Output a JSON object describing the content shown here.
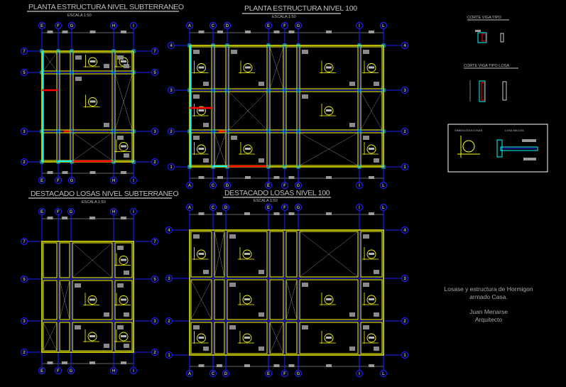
{
  "plans": [
    {
      "title": "PLANTA ESTRUCTURA NIVEL SUBTERRANEO",
      "scale": "ESCALA 1:50",
      "cols": [
        "E",
        "F",
        "G",
        "H",
        "I"
      ],
      "rows": [
        "7",
        "5",
        "3",
        "2"
      ]
    },
    {
      "title": "PLANTA ESTRUCTURA NIVEL 100",
      "scale": "ESCALA 1:50",
      "cols": [
        "A",
        "C",
        "D",
        "E",
        "F",
        "G",
        "I",
        "L"
      ],
      "rows": [
        "4",
        "3",
        "2",
        "1"
      ]
    },
    {
      "title": "DESTACADO LOSAS NIVEL SUBTERRANEO",
      "scale": "ESCALA 1:50",
      "cols": [
        "E",
        "F",
        "G",
        "H",
        "I"
      ],
      "rows": [
        "7",
        "5",
        "3",
        "2"
      ]
    },
    {
      "title": "DESTACADO LOSAS NIVEL 100",
      "scale": "ESCALA 1:50",
      "cols": [
        "A",
        "C",
        "D",
        "E",
        "F",
        "G",
        "I",
        "L"
      ],
      "rows": [
        "4",
        "3",
        "2",
        "1"
      ]
    }
  ],
  "details": {
    "section1_title": "CORTE VIGA TIPO",
    "section2_title": "CORTE VIGA TIPO LOSA",
    "legend_left": "SIMBOLOGIA LOSAS",
    "legend_right": "LOSA MACIZA"
  },
  "info": {
    "line1": "Losase y estructura de Hormigon",
    "line2": "armado Casa.",
    "author": "Juan Menarse",
    "role": "Arquitecto"
  },
  "colors": {
    "grid": "#1e1eff",
    "beam": "#ffff00",
    "wall": "#00ffff",
    "column": "#ff0000",
    "text": "#bfbfbf"
  }
}
